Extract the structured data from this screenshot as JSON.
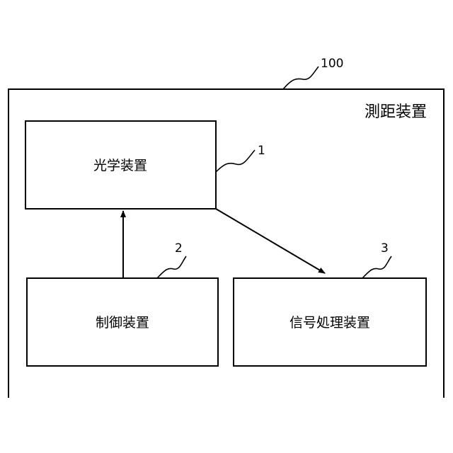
{
  "device": {
    "ref": "100",
    "title": "測距装置"
  },
  "blocks": {
    "optical": {
      "ref": "1",
      "label": "光学装置"
    },
    "control": {
      "ref": "2",
      "label": "制御装置"
    },
    "signal": {
      "ref": "3",
      "label": "信号処理装置"
    }
  },
  "connections": [
    {
      "from": "control",
      "to": "optical"
    },
    {
      "from": "optical",
      "to": "signal"
    }
  ]
}
